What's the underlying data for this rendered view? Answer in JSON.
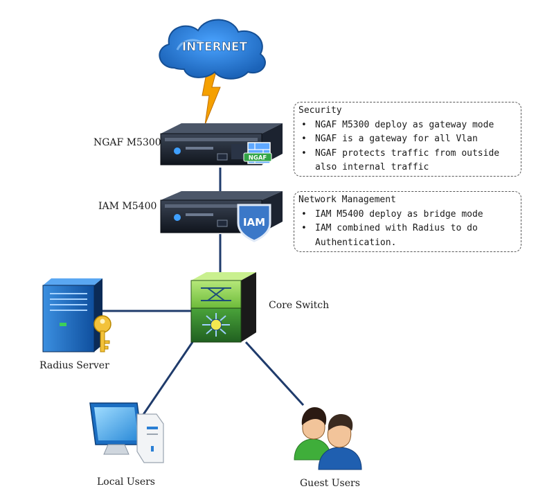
{
  "cloud": {
    "label": "INTERNET"
  },
  "devices": {
    "ngaf": {
      "label": "NGAF M5300",
      "badge": "NGAF"
    },
    "iam": {
      "label": "IAM M5400",
      "badge": "IAM"
    },
    "core_switch": {
      "label": "Core Switch"
    },
    "radius": {
      "label": "Radius Server"
    },
    "local_users": {
      "label": "Local Users"
    },
    "guest_users": {
      "label": "Guest Users"
    }
  },
  "notes": {
    "security": {
      "title": "Security",
      "items": [
        "NGAF M5300 deploy as gateway mode",
        "NGAF is a gateway for all Vlan",
        "NGAF protects traffic from outside also internal traffic"
      ]
    },
    "network_management": {
      "title": "Network Management",
      "items": [
        "IAM M5400 deploy as bridge mode",
        "IAM combined with Radius to do Authentication."
      ]
    }
  },
  "colors": {
    "cloud": "#2a7fd4",
    "lightning": "#f5a000",
    "link": "#1f3b6b",
    "switch_top": "#8fd14f",
    "switch_front": "#3a8a2a",
    "appliance": "#1b2330"
  }
}
